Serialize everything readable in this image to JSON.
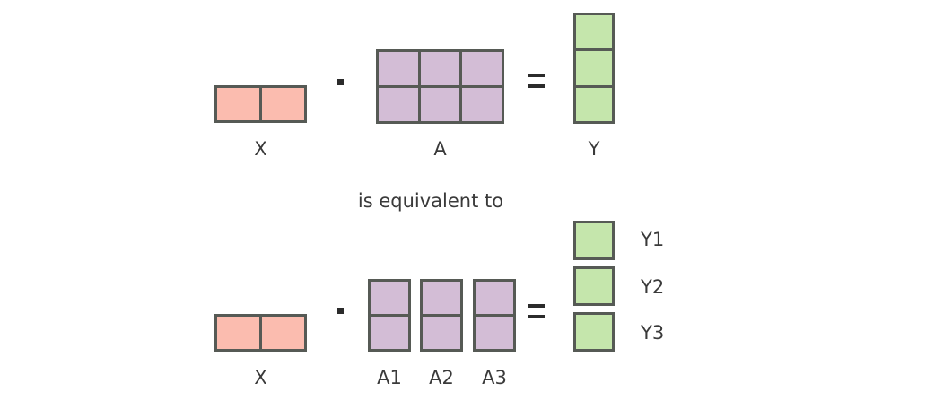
{
  "colors": {
    "pink": "#fbbcaf",
    "purple": "#d3bdd6",
    "green": "#c5e6ac",
    "border": "#565a55",
    "text": "#3a3a3a",
    "background": "#ffffff"
  },
  "equation_top": {
    "x_matrix": {
      "label": "X",
      "rows": 1,
      "cols": 2,
      "color": "pink"
    },
    "operator_multiply": "·",
    "a_matrix": {
      "label": "A",
      "rows": 2,
      "cols": 3,
      "color": "purple"
    },
    "operator_equals": "=",
    "y_matrix": {
      "label": "Y",
      "rows": 3,
      "cols": 1,
      "color": "green"
    }
  },
  "connector_text": "is equivalent to",
  "equation_bottom": {
    "x_matrix": {
      "label": "X",
      "rows": 1,
      "cols": 2,
      "color": "pink"
    },
    "operator_multiply": "·",
    "a_blocks": [
      {
        "label": "A1",
        "rows": 2,
        "cols": 1,
        "color": "purple"
      },
      {
        "label": "A2",
        "rows": 2,
        "cols": 1,
        "color": "purple"
      },
      {
        "label": "A3",
        "rows": 2,
        "cols": 1,
        "color": "purple"
      }
    ],
    "operator_equals": "=",
    "y_blocks": [
      {
        "label": "Y1",
        "rows": 1,
        "cols": 1,
        "color": "green"
      },
      {
        "label": "Y2",
        "rows": 1,
        "cols": 1,
        "color": "green"
      },
      {
        "label": "Y3",
        "rows": 1,
        "cols": 1,
        "color": "green"
      }
    ]
  }
}
